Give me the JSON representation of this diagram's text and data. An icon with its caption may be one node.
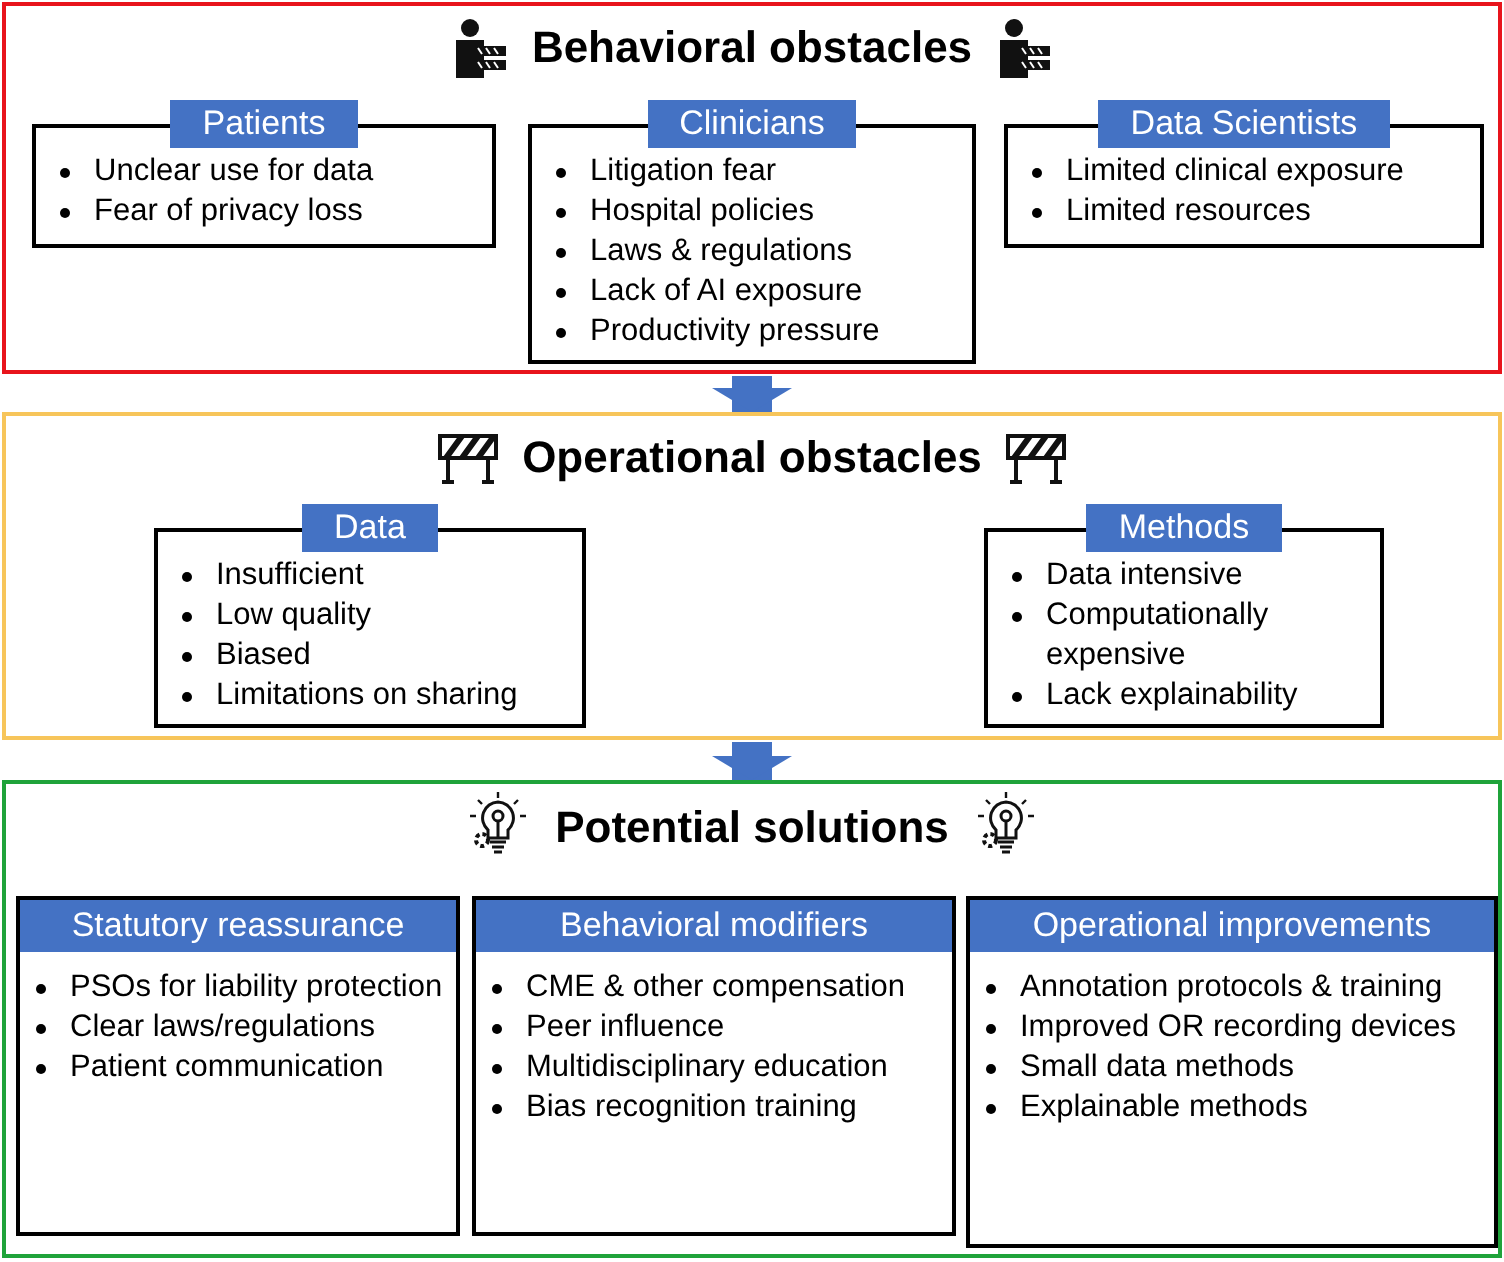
{
  "diagram": {
    "nodes": [
      {
        "text": [
          "Behavioral obstacles"
        ]
      },
      {
        "text": [
          "Patients",
          "Unclear use for data",
          "Fear of privacy loss"
        ],
        "in": 0
      },
      {
        "text": [
          "Clinicians",
          "Litigation fear",
          "Hospital policies",
          "Laws & regulations",
          "Lack of AI exposure",
          "Productivity pressure"
        ],
        "in": 0
      },
      {
        "text": [
          "Data Scientists",
          "Limited clinical exposure",
          "Limited resources"
        ],
        "in": 0
      },
      {
        "text": [
          "Operational obstacles"
        ]
      },
      {
        "text": [
          "Data",
          "Insufficient",
          "Low quality",
          "Biased",
          "Limitations on sharing"
        ],
        "in": 4
      },
      {
        "text": [
          "Methods",
          "Data intensive",
          "Computationally expensive",
          "Lack explainability"
        ],
        "in": 4
      },
      {
        "text": [
          "Potential solutions"
        ]
      },
      {
        "text": [
          "Statutory reassurance",
          "PSOs for liability protection",
          "Clear laws/regulations",
          "Patient communication"
        ],
        "in": 7
      },
      {
        "text": [
          "Behavioral modifiers",
          "CME & other compensation",
          "Peer influence",
          "Multidisciplinary education",
          "Bias recognition training"
        ],
        "in": 7
      },
      {
        "text": [
          "Operational improvements",
          "Annotation protocols & training",
          "Improved OR recording devices",
          "Small data methods",
          "Explainable methods"
        ],
        "in": 7
      }
    ],
    "edges": [
      {
        "from": 0,
        "to": 4,
        "arrow": "to"
      },
      {
        "from": 4,
        "to": 7,
        "arrow": "to"
      }
    ]
  }
}
